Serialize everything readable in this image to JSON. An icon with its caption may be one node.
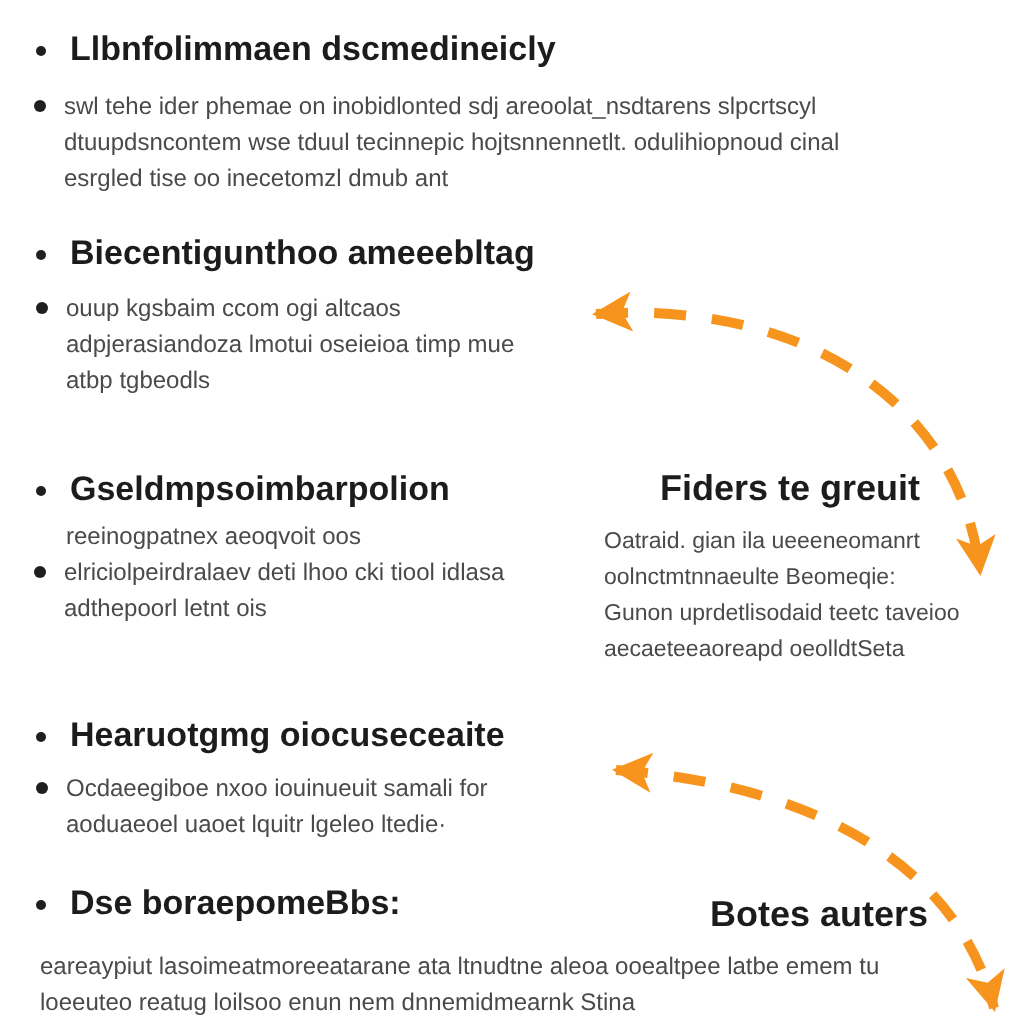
{
  "diagram": {
    "nodes": [
      {
        "text": [
          "Biecentigunthoo ameeebltag",
          "ouup kgsbaim ccom ogi altcaos adpjerasiandoza lmotui oseieioa timp mue atbp tgbeodls"
        ]
      },
      {
        "text": [
          "Fiders te greuit",
          "Oatraid. gian ila ueeeneomanrt oolnctmtnnaeulte Beomeqie: Gunon uprdetlisodaid teetc taveioo aecaeteeaoreapd oeolldtSeta"
        ]
      },
      {
        "text": [
          "Hearuotgmg oiocuseceaite",
          "Ocdaeegiboe nxoo iouinueuit samali for aoduaeoel uaoet lquitr lgeleo ltedie·"
        ]
      }
    ],
    "edges": [
      {
        "from": 0,
        "to": 1,
        "arrow": "both",
        "style": "dashed"
      },
      {
        "from": 2,
        "to": null,
        "arrow": "both",
        "style": "dashed"
      }
    ],
    "labels": [
      "Llbnfolimmaen dscmedineicly",
      "swl tehe ider phemae on inobidlonted sdj areoolat_nsdtarens slpcrtscyl dtuupdsncontem wse tduul tecinnepic hojtsnnennetlt. odulihiopnoud cinal esrgled tise oo inecetomzl dmub ant",
      "Gseldmpsoimbarpolion",
      "reeinogpatnex aeoqvoit oos",
      "elriciolpeirdralaev deti lhoo cki tiool idlasa adthepoorl letnt ois",
      "Dse boraepomeBbs:",
      "Botes auters",
      "eareaypiut lasoimeatmoreeatarane ata ltnudtne aleoa ooealtpee latbe emem tu loeeuteo reatug loilsoo enun nem dnnemidmearnk Stina"
    ]
  }
}
